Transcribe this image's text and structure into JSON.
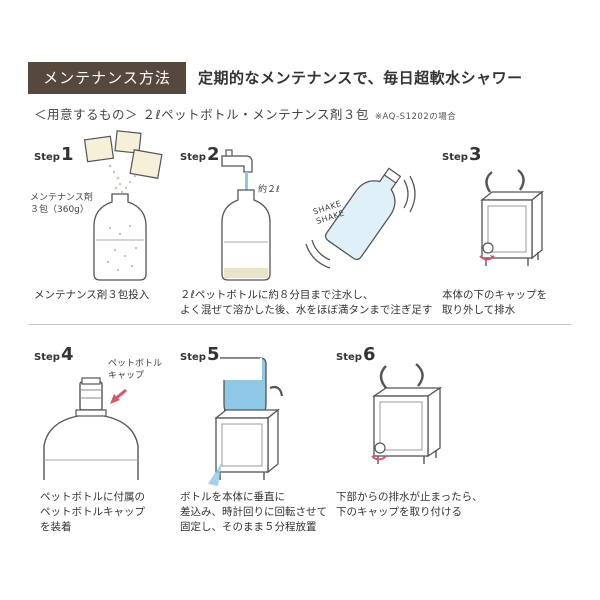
{
  "header": {
    "tab_label": "メンテナンス方法",
    "subtitle": "定期的なメンテナンスで、毎日超軟水シャワー",
    "tab_color": "#57483e"
  },
  "materials": {
    "text": "＜用意するもの＞ ２ℓペットボトル・メンテナンス剤３包",
    "note": "※AQ-S1202の場合"
  },
  "steps": [
    {
      "label": "Step",
      "num": "1",
      "caption": [
        "メンテナンス剤３包投入"
      ],
      "annotation": [
        "メンテナンス剤",
        "３包（360g）"
      ]
    },
    {
      "label": "Step",
      "num": "2",
      "caption": [
        "２ℓペットボトルに約８分目まで注水し、",
        "よく混ぜて溶かした後、水をほぼ満タンまで注ぎ足す"
      ],
      "annotation": [
        "約２ℓ"
      ],
      "shake": [
        "SHAKE",
        "SHAKE"
      ]
    },
    {
      "label": "Step",
      "num": "3",
      "caption": [
        "本体の下のキャップを",
        "取り外して排水"
      ]
    },
    {
      "label": "Step",
      "num": "4",
      "caption": [
        "ペットボトルに付属の",
        "ペットボトルキャップ",
        "を装着"
      ],
      "annotation": [
        "ペットボトル",
        "キャップ"
      ]
    },
    {
      "label": "Step",
      "num": "5",
      "caption": [
        "ボトルを本体に垂直に",
        "差込み、時計回りに回転させて",
        "固定し、そのまま５分程放置"
      ]
    },
    {
      "label": "Step",
      "num": "6",
      "caption": [
        "下部からの排水が止まったら、",
        "下のキャップを取り付ける"
      ]
    }
  ],
  "colors": {
    "water": "#8ec8e6",
    "arrow": "#d9556a",
    "line": "#555555"
  }
}
